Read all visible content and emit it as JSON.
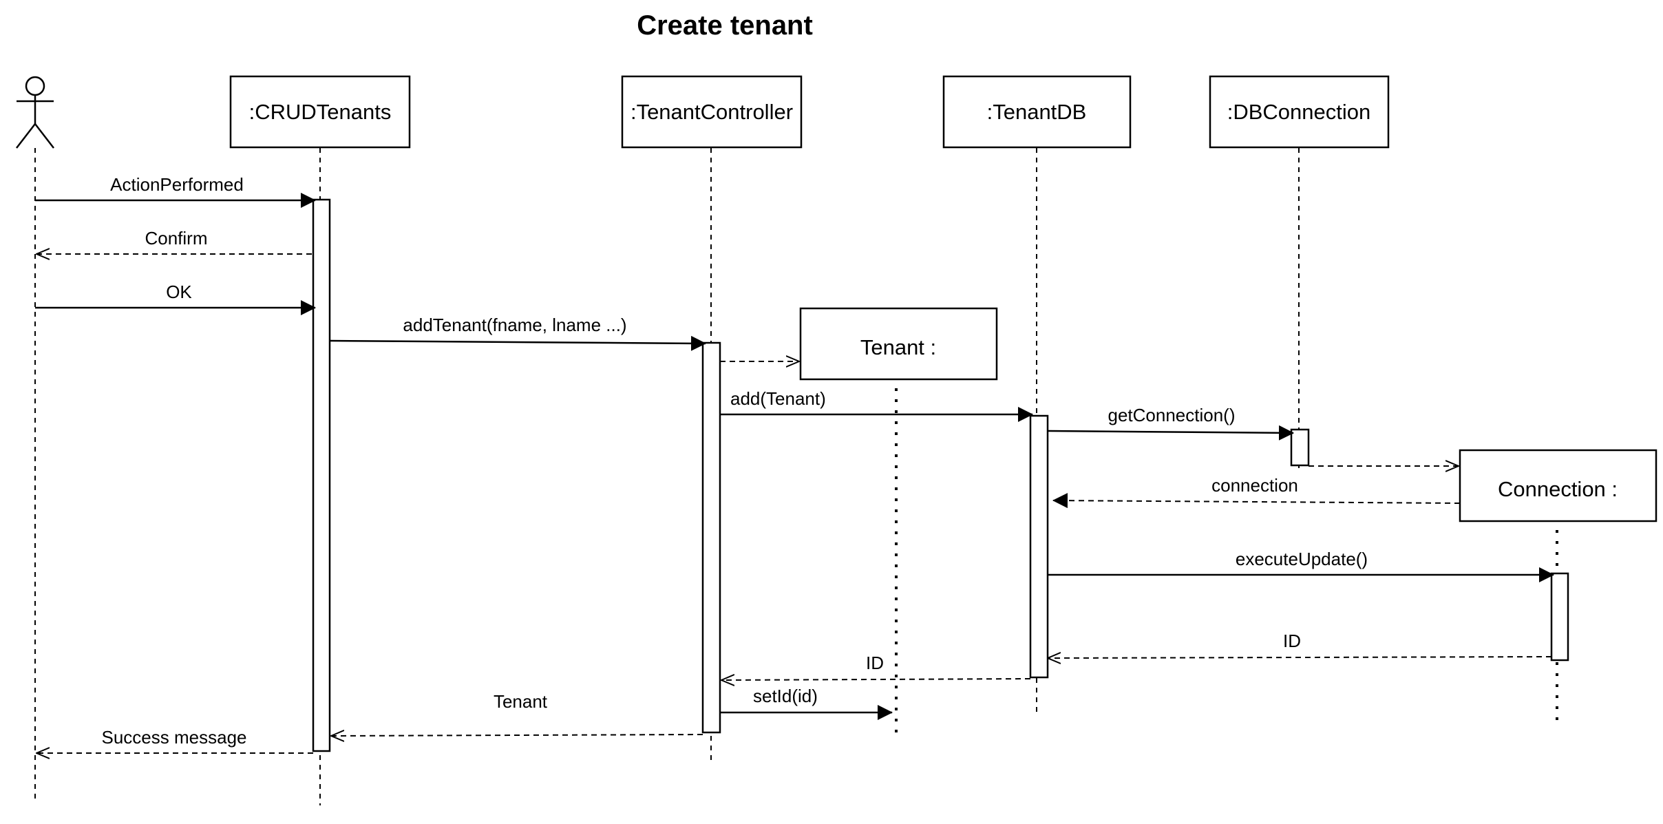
{
  "title": "Create tenant",
  "participants": {
    "crud_tenants": ":CRUDTenants",
    "tenant_controller": ":TenantController",
    "tenant_db": ":TenantDB",
    "db_connection": ":DBConnection",
    "tenant_object": "Tenant :",
    "connection_object": "Connection :"
  },
  "messages": {
    "action_performed": "ActionPerformed",
    "confirm": "Confirm",
    "ok": "OK",
    "add_tenant": "addTenant(fname, lname ...)",
    "add": "add(Tenant)",
    "get_connection": "getConnection()",
    "connection": "connection",
    "execute_update": "executeUpdate()",
    "id_from_connection": "ID",
    "id_to_controller": "ID",
    "set_id": "setId(id)",
    "tenant_return": "Tenant",
    "success_message": "Success message"
  }
}
